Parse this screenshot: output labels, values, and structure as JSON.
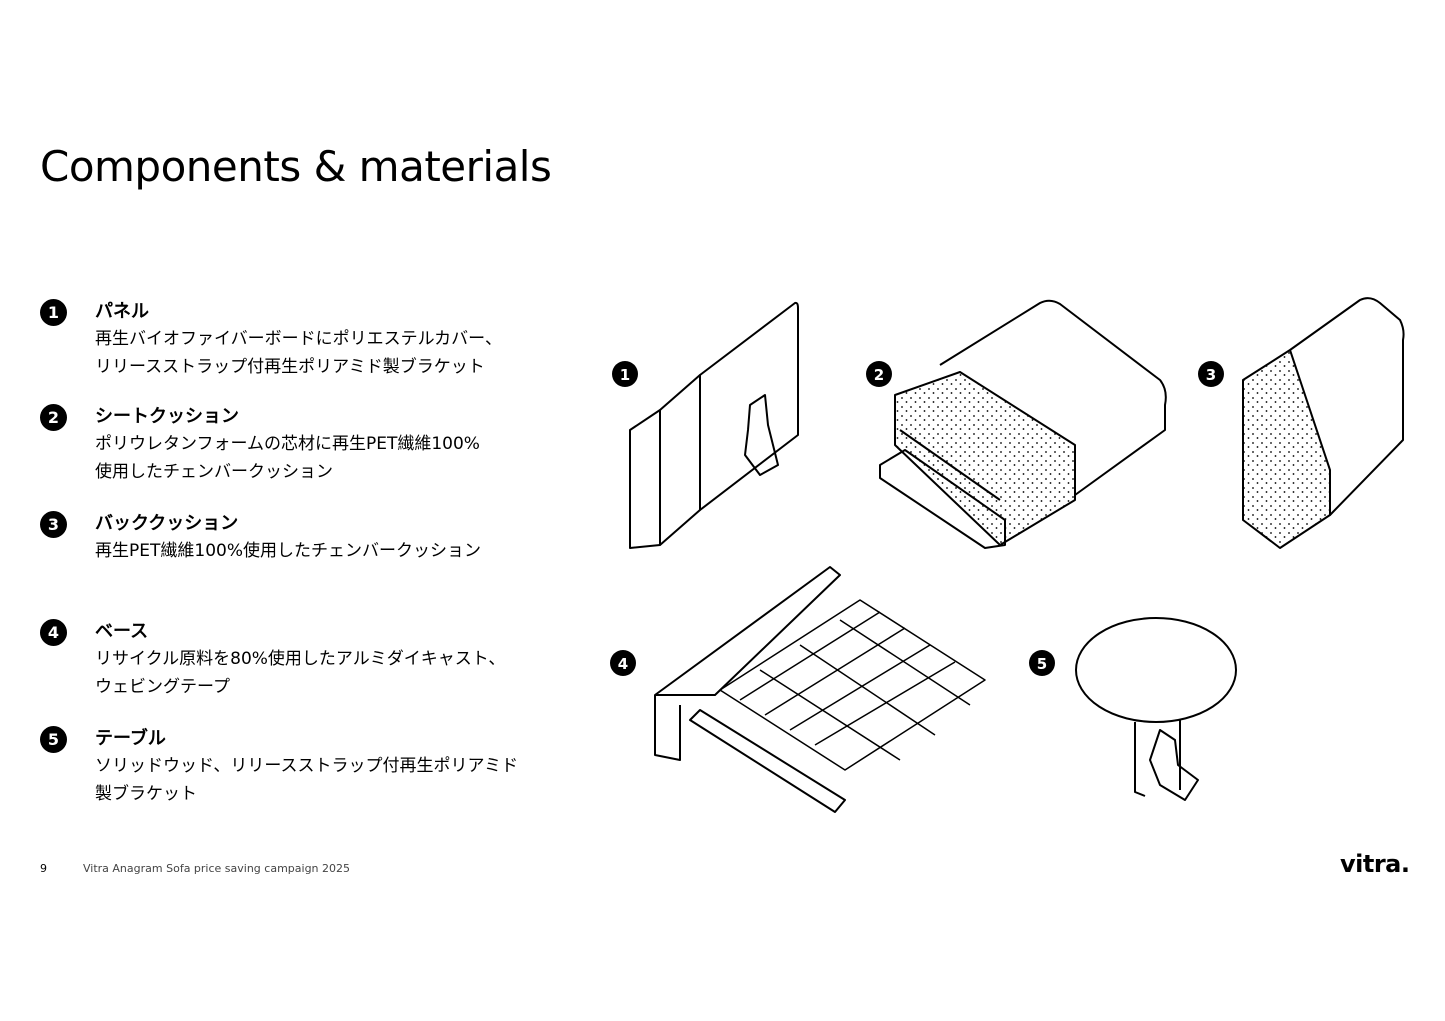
{
  "title": "Components & materials",
  "items": [
    {
      "num": "1",
      "title": "パネル",
      "desc": [
        "再生バイオファイバーボードにポリエステルカバー、",
        "リリースストラップ付再生ポリアミド製ブラケット"
      ]
    },
    {
      "num": "2",
      "title": "シートクッション",
      "desc": [
        "ポリウレタンフォームの芯材に再生PET繊維100%",
        "使用したチェンバークッション"
      ]
    },
    {
      "num": "3",
      "title": "バッククッション",
      "desc": [
        "再生PET繊維100%使用したチェンバークッション"
      ]
    },
    {
      "num": "4",
      "title": "ベース",
      "desc": [
        "リサイクル原料を80%使用したアルミダイキャスト、",
        "ウェビングテープ"
      ]
    },
    {
      "num": "5",
      "title": "テーブル",
      "desc": [
        "ソリッドウッド、リリースストラップ付再生ポリアミド",
        "製ブラケット"
      ]
    }
  ],
  "illustration_labels": [
    "1",
    "2",
    "3",
    "4",
    "5"
  ],
  "footer": {
    "page": "9",
    "text": "Vitra Anagram Sofa price saving campaign 2025"
  },
  "logo": "vitra."
}
